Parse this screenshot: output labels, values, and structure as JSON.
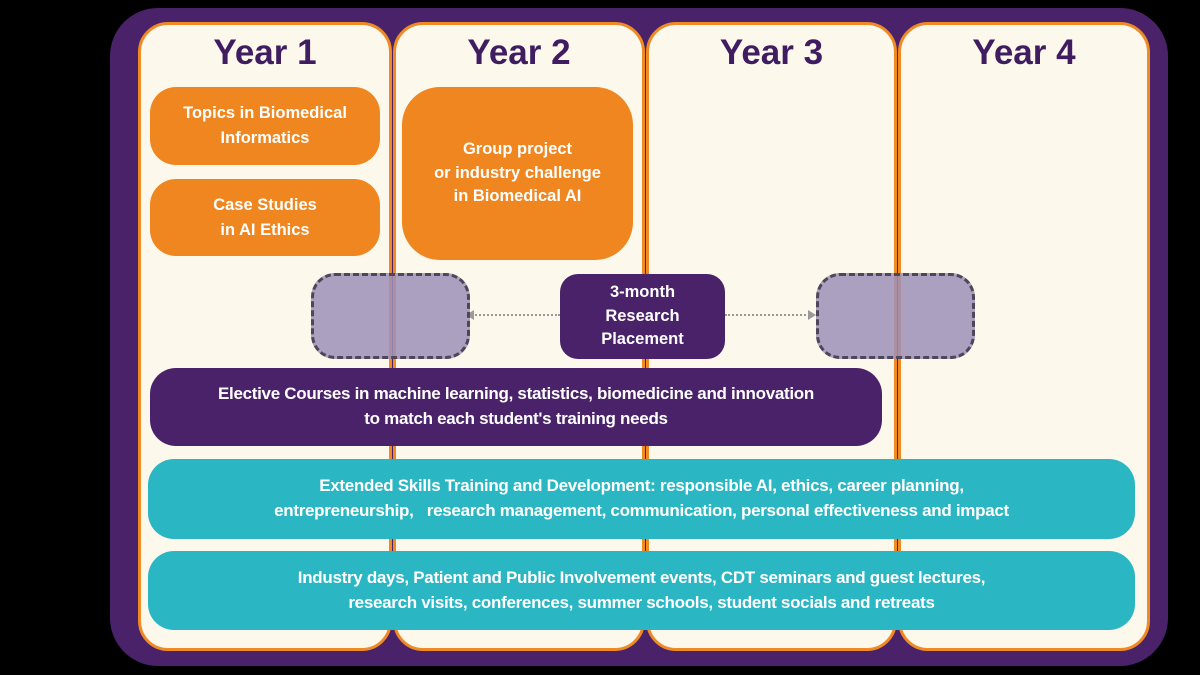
{
  "palette": {
    "background": "#000000",
    "outer_purple": "#4A2269",
    "orange": "#EF861F",
    "orange_border": "#EF8A25",
    "cream_panel": "#FDF8EC",
    "teal": "#2BB6C3",
    "lavender_placeholder": "#9E90B8",
    "dashed_border": "#4F4757",
    "dotted_connector": "#9A9A9A",
    "year_heading_text": "#3F1D60",
    "text_white": "#FFFFFF"
  },
  "years": [
    {
      "label": "Year 1"
    },
    {
      "label": "Year 2"
    },
    {
      "label": "Year 3"
    },
    {
      "label": "Year 4"
    }
  ],
  "courses": {
    "topics": "Topics in Biomedical\nInformatics",
    "case_studies": "Case Studies\nin AI Ethics",
    "group_project": "Group project\nor industry challenge\nin Biomedical AI"
  },
  "placement": {
    "label": "3-month\nResearch\nPlacement"
  },
  "banners": {
    "elective": "Elective Courses in machine learning, statistics, biomedicine and innovation\nto match each student's training needs",
    "skills": "Extended Skills Training and Development: responsible AI, ethics, career planning,\nentrepreneurship,   research management, communication, personal effectiveness and impact",
    "community": "Industry days, Patient and Public Involvement events, CDT seminars and guest lectures,\nresearch visits, conferences, summer schools, student socials and retreats"
  }
}
